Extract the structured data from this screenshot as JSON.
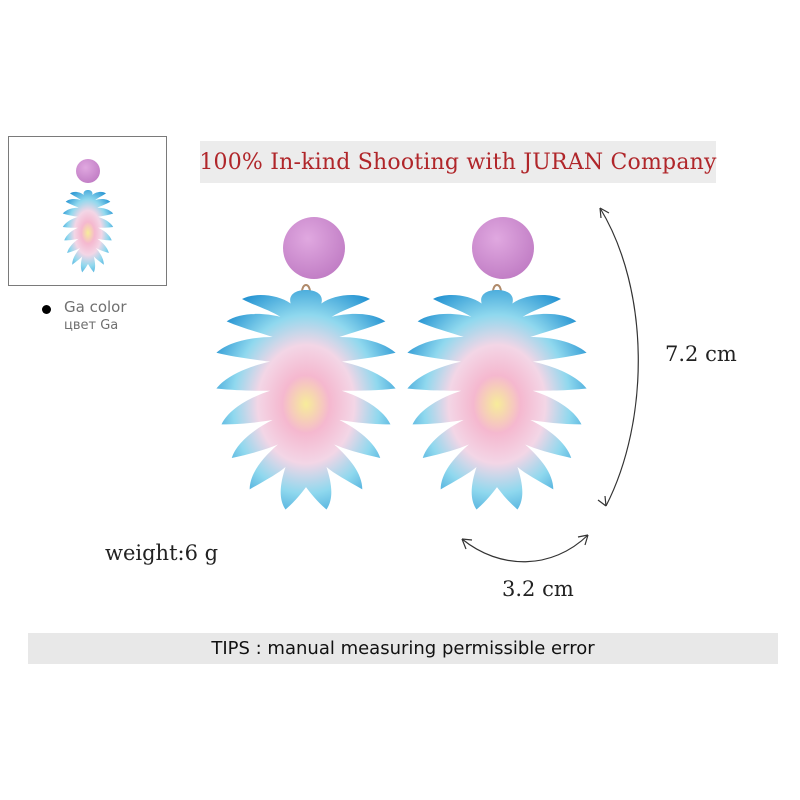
{
  "banner": {
    "text": "100% In-kind Shooting with JURAN Company"
  },
  "variant": {
    "label": "Ga color",
    "label_ru": "цвет Ga"
  },
  "dimensions": {
    "height": "7.2 cm",
    "width": "3.2 cm",
    "weight": "weight:6 g"
  },
  "tips": {
    "text": "TIPS : manual measuring permissible error"
  },
  "colors": {
    "banner_text": "#b0262a",
    "stud": "#cf8fcf",
    "leaf_blue": "#2aa6d8",
    "leaf_pink": "#f4bcd6",
    "leaf_yellow": "#f6f0a0"
  }
}
